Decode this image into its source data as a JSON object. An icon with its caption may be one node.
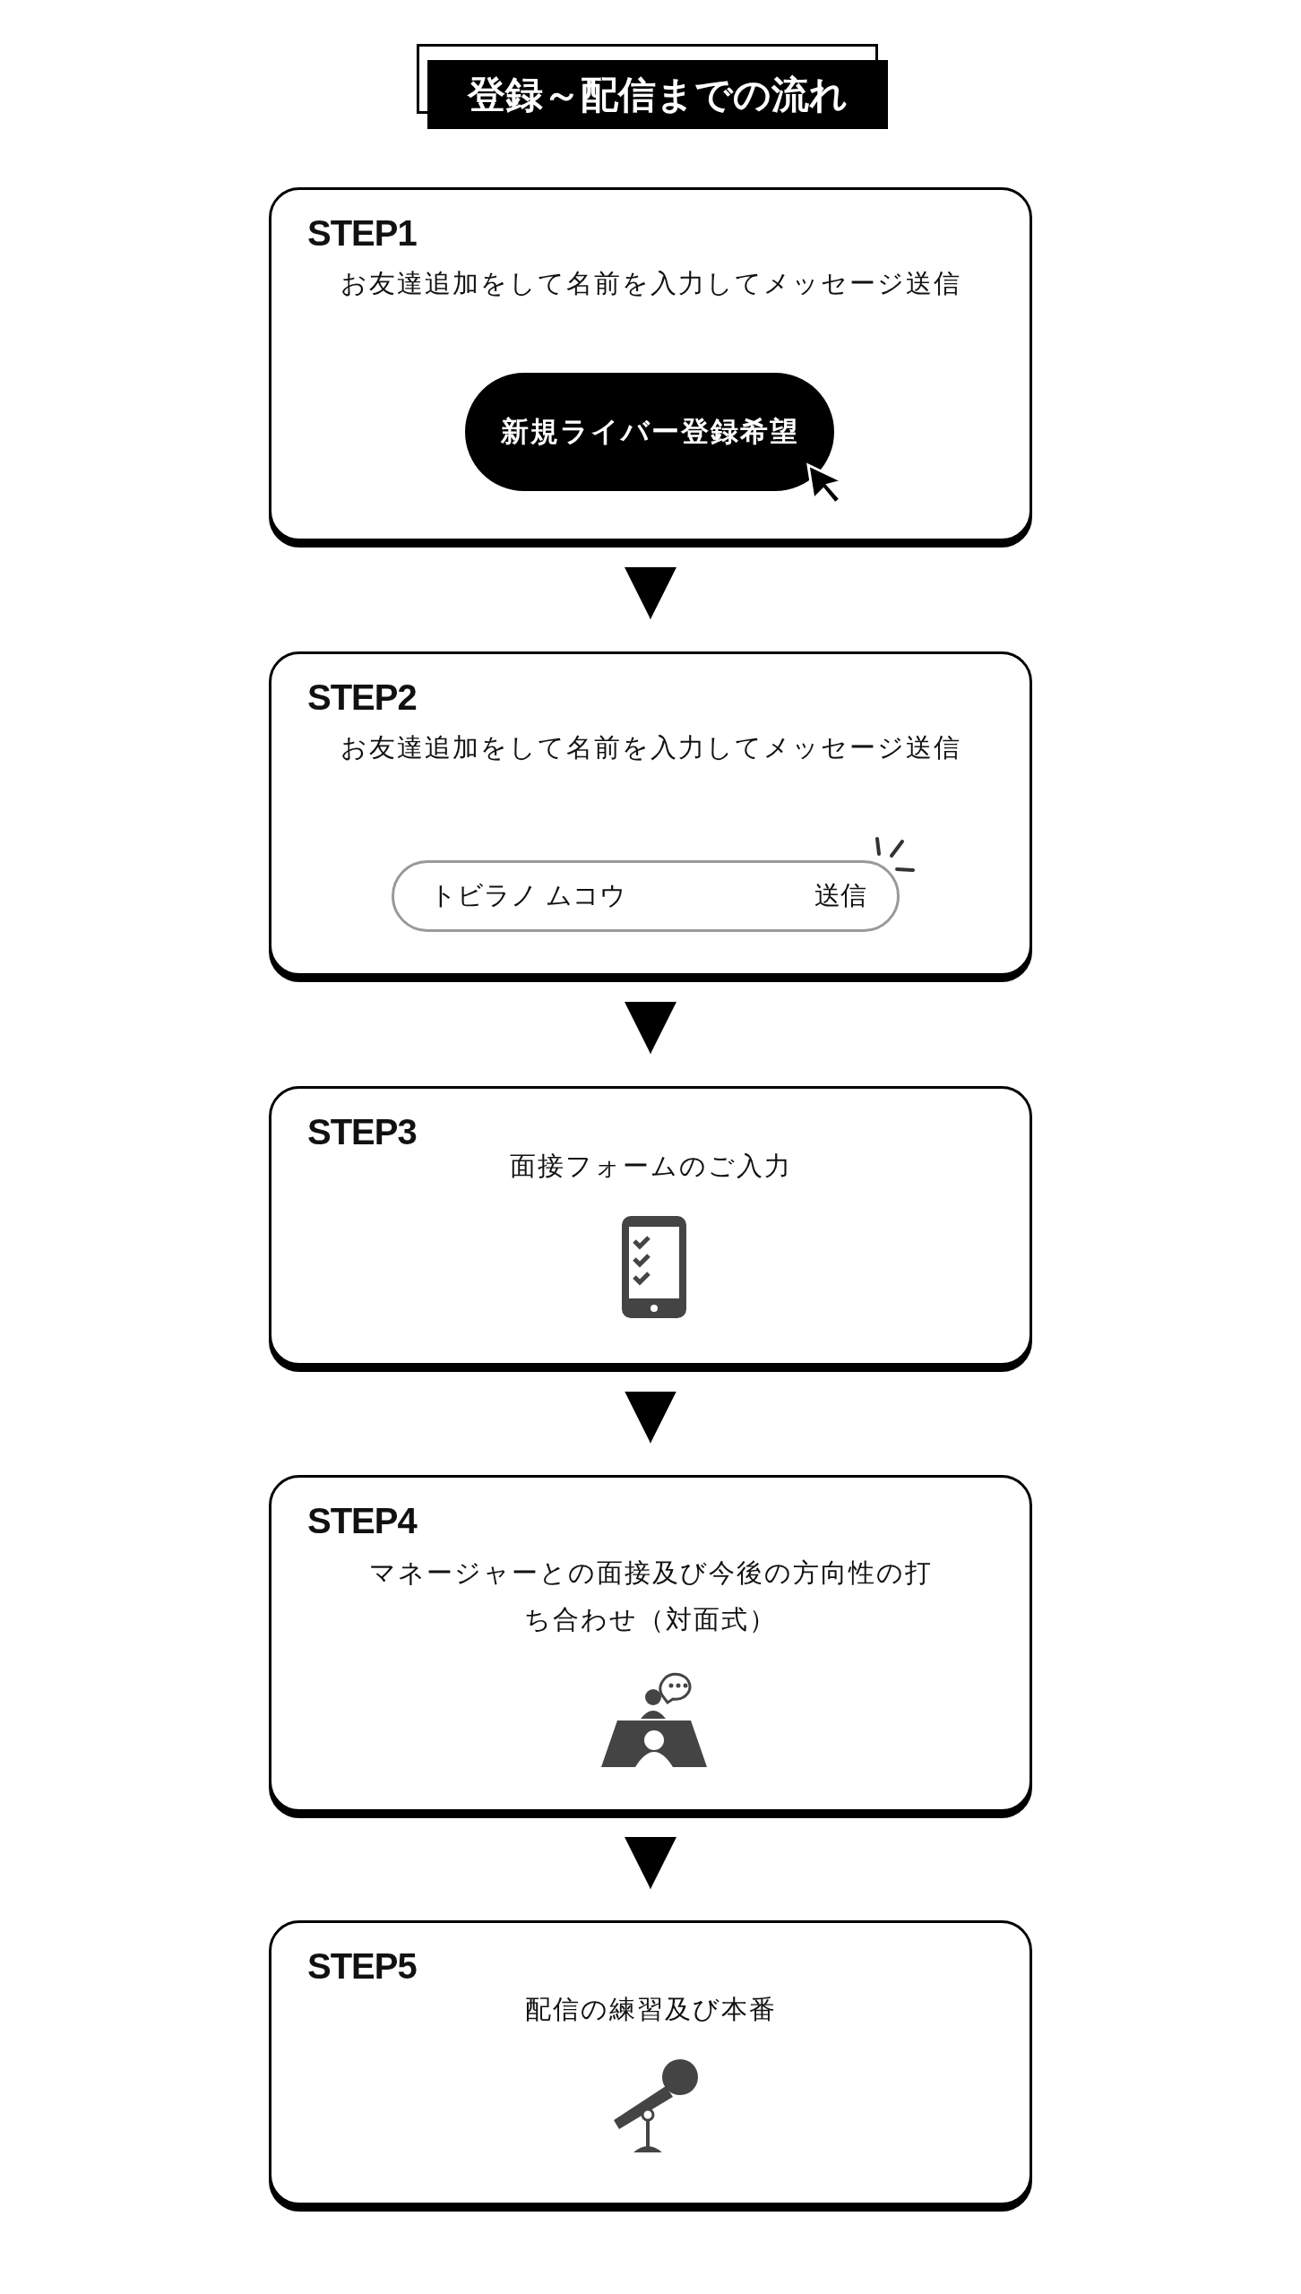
{
  "diagram": {
    "title": "登録～配信までの流れ",
    "nodes": [
      {
        "text": [
          "STEP1",
          "お友達追加をして名前を入力してメッセージ送信"
        ]
      },
      {
        "text": [
          "新規ライバー登録希望"
        ],
        "in": 0
      },
      {
        "text": [
          "STEP2",
          "お友達追加をして名前を入力してメッセージ送信"
        ]
      },
      {
        "text": [
          "トビラノ ムコウ",
          "送信"
        ],
        "in": 2
      },
      {
        "text": [
          "STEP3",
          "面接フォームのご入力"
        ]
      },
      {
        "text": [
          "STEP4",
          "マネージャーとの面接及び今後の方向性の打ち合わせ（対面式）"
        ]
      },
      {
        "text": [
          "STEP5",
          "配信の練習及び本番"
        ]
      }
    ],
    "edges": [
      {
        "from": 0,
        "to": 2,
        "arrow": "to"
      },
      {
        "from": 2,
        "to": 4,
        "arrow": "to"
      },
      {
        "from": 4,
        "to": 5,
        "arrow": "to"
      },
      {
        "from": 5,
        "to": 6,
        "arrow": "to"
      }
    ]
  }
}
